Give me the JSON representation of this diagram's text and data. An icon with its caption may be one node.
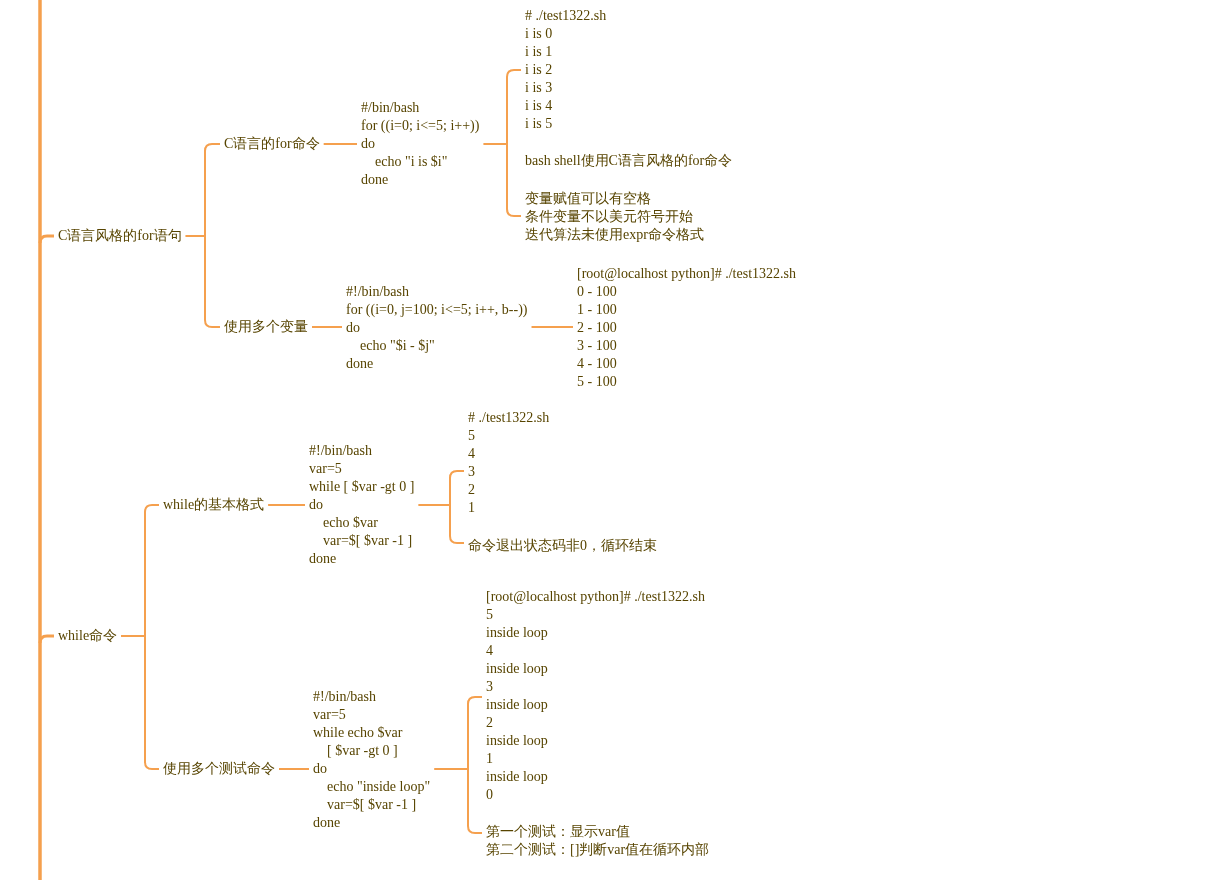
{
  "diagram": {
    "nodes": [
      {
        "text": [
          "C语言风格的for语句"
        ]
      },
      {
        "text": [
          "C语言的for命令"
        ]
      },
      {
        "text": [
          "#/bin/bash",
          "for ((i=0; i<=5; i++))",
          "do",
          "echo \"i is $i\"",
          "done"
        ]
      },
      {
        "text": [
          "# ./test1322.sh",
          "i is 0",
          "i is 1",
          "i is 2",
          "i is 3",
          "i is 4",
          "i is 5",
          "bash shell使用C语言风格的for命令",
          "变量赋值可以有空格",
          "条件变量不以美元符号开始",
          "迭代算法未使用expr命令格式"
        ]
      },
      {
        "text": [
          "使用多个变量"
        ]
      },
      {
        "text": [
          "#!/bin/bash",
          "for ((i=0, j=100; i<=5; i++, b--))",
          "do",
          "echo \"$i - $j\"",
          "done"
        ]
      },
      {
        "text": [
          "[root@localhost python]# ./test1322.sh",
          "0 - 100",
          "1 - 100",
          "2 - 100",
          "3 - 100",
          "4 - 100",
          "5 - 100"
        ]
      },
      {
        "text": [
          "while命令"
        ]
      },
      {
        "text": [
          "while的基本格式"
        ]
      },
      {
        "text": [
          "#!/bin/bash",
          "var=5",
          "while [ $var -gt 0 ]",
          "do",
          "echo $var",
          "var=$[ $var -1 ]",
          "done"
        ]
      },
      {
        "text": [
          "# ./test1322.sh",
          "5",
          "4",
          "3",
          "2",
          "1",
          "命令退出状态码非0，循环结束"
        ]
      },
      {
        "text": [
          "使用多个测试命令"
        ]
      },
      {
        "text": [
          "#!/bin/bash",
          "var=5",
          "while echo $var",
          "[ $var -gt 0 ]",
          "do",
          "echo \"inside loop\"",
          "var=$[ $var -1 ]",
          "done"
        ]
      },
      {
        "text": [
          "[root@localhost python]# ./test1322.sh",
          "5",
          "inside loop",
          "4",
          "inside loop",
          "3",
          "inside loop",
          "2",
          "inside loop",
          "1",
          "inside loop",
          "0",
          "第一个测试：显示var值",
          "第二个测试：[]判断var值在循环内部"
        ]
      }
    ],
    "edges": [
      {
        "from": null,
        "to": 0,
        "arrow": "none"
      },
      {
        "from": null,
        "to": 7,
        "arrow": "none"
      },
      {
        "from": 0,
        "to": 1,
        "arrow": "none"
      },
      {
        "from": 0,
        "to": 4,
        "arrow": "none"
      },
      {
        "from": 1,
        "to": 2,
        "arrow": "none"
      },
      {
        "from": 2,
        "to": 3,
        "arrow": "none"
      },
      {
        "from": 4,
        "to": 5,
        "arrow": "none"
      },
      {
        "from": 5,
        "to": 6,
        "arrow": "none"
      },
      {
        "from": 7,
        "to": 8,
        "arrow": "none"
      },
      {
        "from": 7,
        "to": 11,
        "arrow": "none"
      },
      {
        "from": 8,
        "to": 9,
        "arrow": "none"
      },
      {
        "from": 9,
        "to": 10,
        "arrow": "none"
      },
      {
        "from": 11,
        "to": 12,
        "arrow": "none"
      },
      {
        "from": 12,
        "to": 13,
        "arrow": "none"
      }
    ]
  }
}
